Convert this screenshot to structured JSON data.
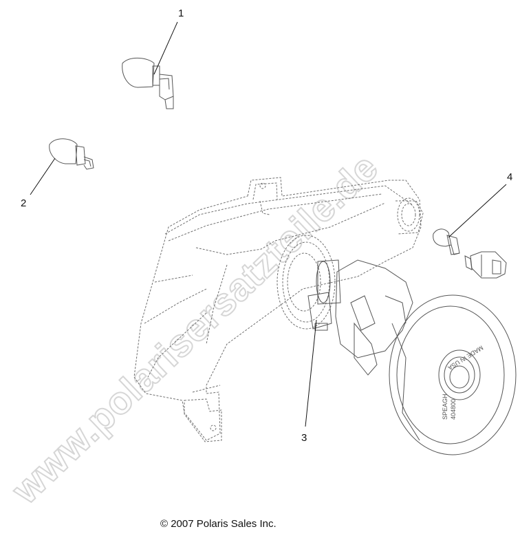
{
  "callouts": [
    {
      "number": "1"
    },
    {
      "number": "2"
    },
    {
      "number": "3"
    },
    {
      "number": "4"
    }
  ],
  "copyright": "© 2007 Polaris Sales Inc.",
  "watermark": "www.polarisersatzteile.de",
  "bulb_housing_text": [
    "MADE IN USA",
    "SPEAGH",
    "404800"
  ]
}
